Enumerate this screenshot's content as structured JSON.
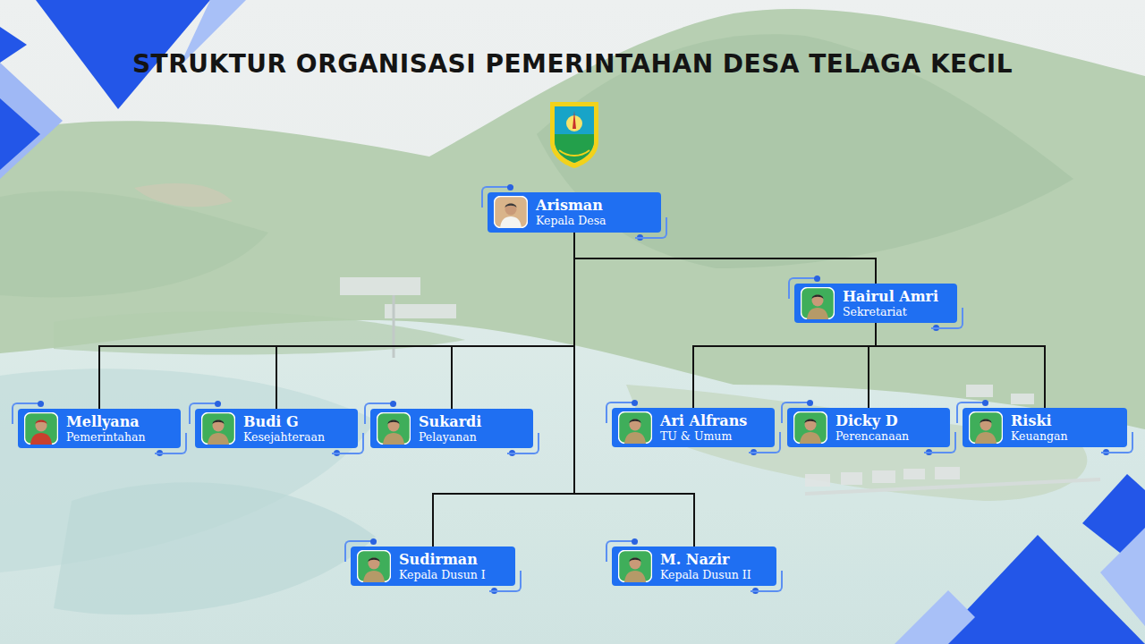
{
  "diagram": {
    "title": "STRUKTUR ORGANISASI PEMERINTAHAN DESA TELAGA KECIL",
    "nodes": [
      {
        "text": [
          "Arisman",
          "Kepala Desa"
        ]
      },
      {
        "text": [
          "Hairul Amri",
          "Sekretariat"
        ]
      },
      {
        "text": [
          "Mellyana",
          "Pemerintahan"
        ]
      },
      {
        "text": [
          "Budi G",
          "Kesejahteraan"
        ]
      },
      {
        "text": [
          "Sukardi",
          "Pelayanan"
        ]
      },
      {
        "text": [
          "Ari Alfrans",
          "TU & Umum"
        ]
      },
      {
        "text": [
          "Dicky D",
          "Perencanaan"
        ]
      },
      {
        "text": [
          "Riski",
          "Keuangan"
        ]
      },
      {
        "text": [
          "Sudirman",
          "Kepala Dusun I"
        ]
      },
      {
        "text": [
          "M. Nazir",
          "Kepala Dusun II"
        ]
      }
    ],
    "edges": [
      {
        "from": 0,
        "to": 1,
        "arrow": "none"
      },
      {
        "from": 0,
        "to": 2,
        "arrow": "none"
      },
      {
        "from": 0,
        "to": 3,
        "arrow": "none"
      },
      {
        "from": 0,
        "to": 4,
        "arrow": "none"
      },
      {
        "from": 0,
        "to": 8,
        "arrow": "none"
      },
      {
        "from": 0,
        "to": 9,
        "arrow": "none"
      },
      {
        "from": 1,
        "to": 5,
        "arrow": "none"
      },
      {
        "from": 1,
        "to": 6,
        "arrow": "none"
      },
      {
        "from": 1,
        "to": 7,
        "arrow": "none"
      }
    ]
  }
}
